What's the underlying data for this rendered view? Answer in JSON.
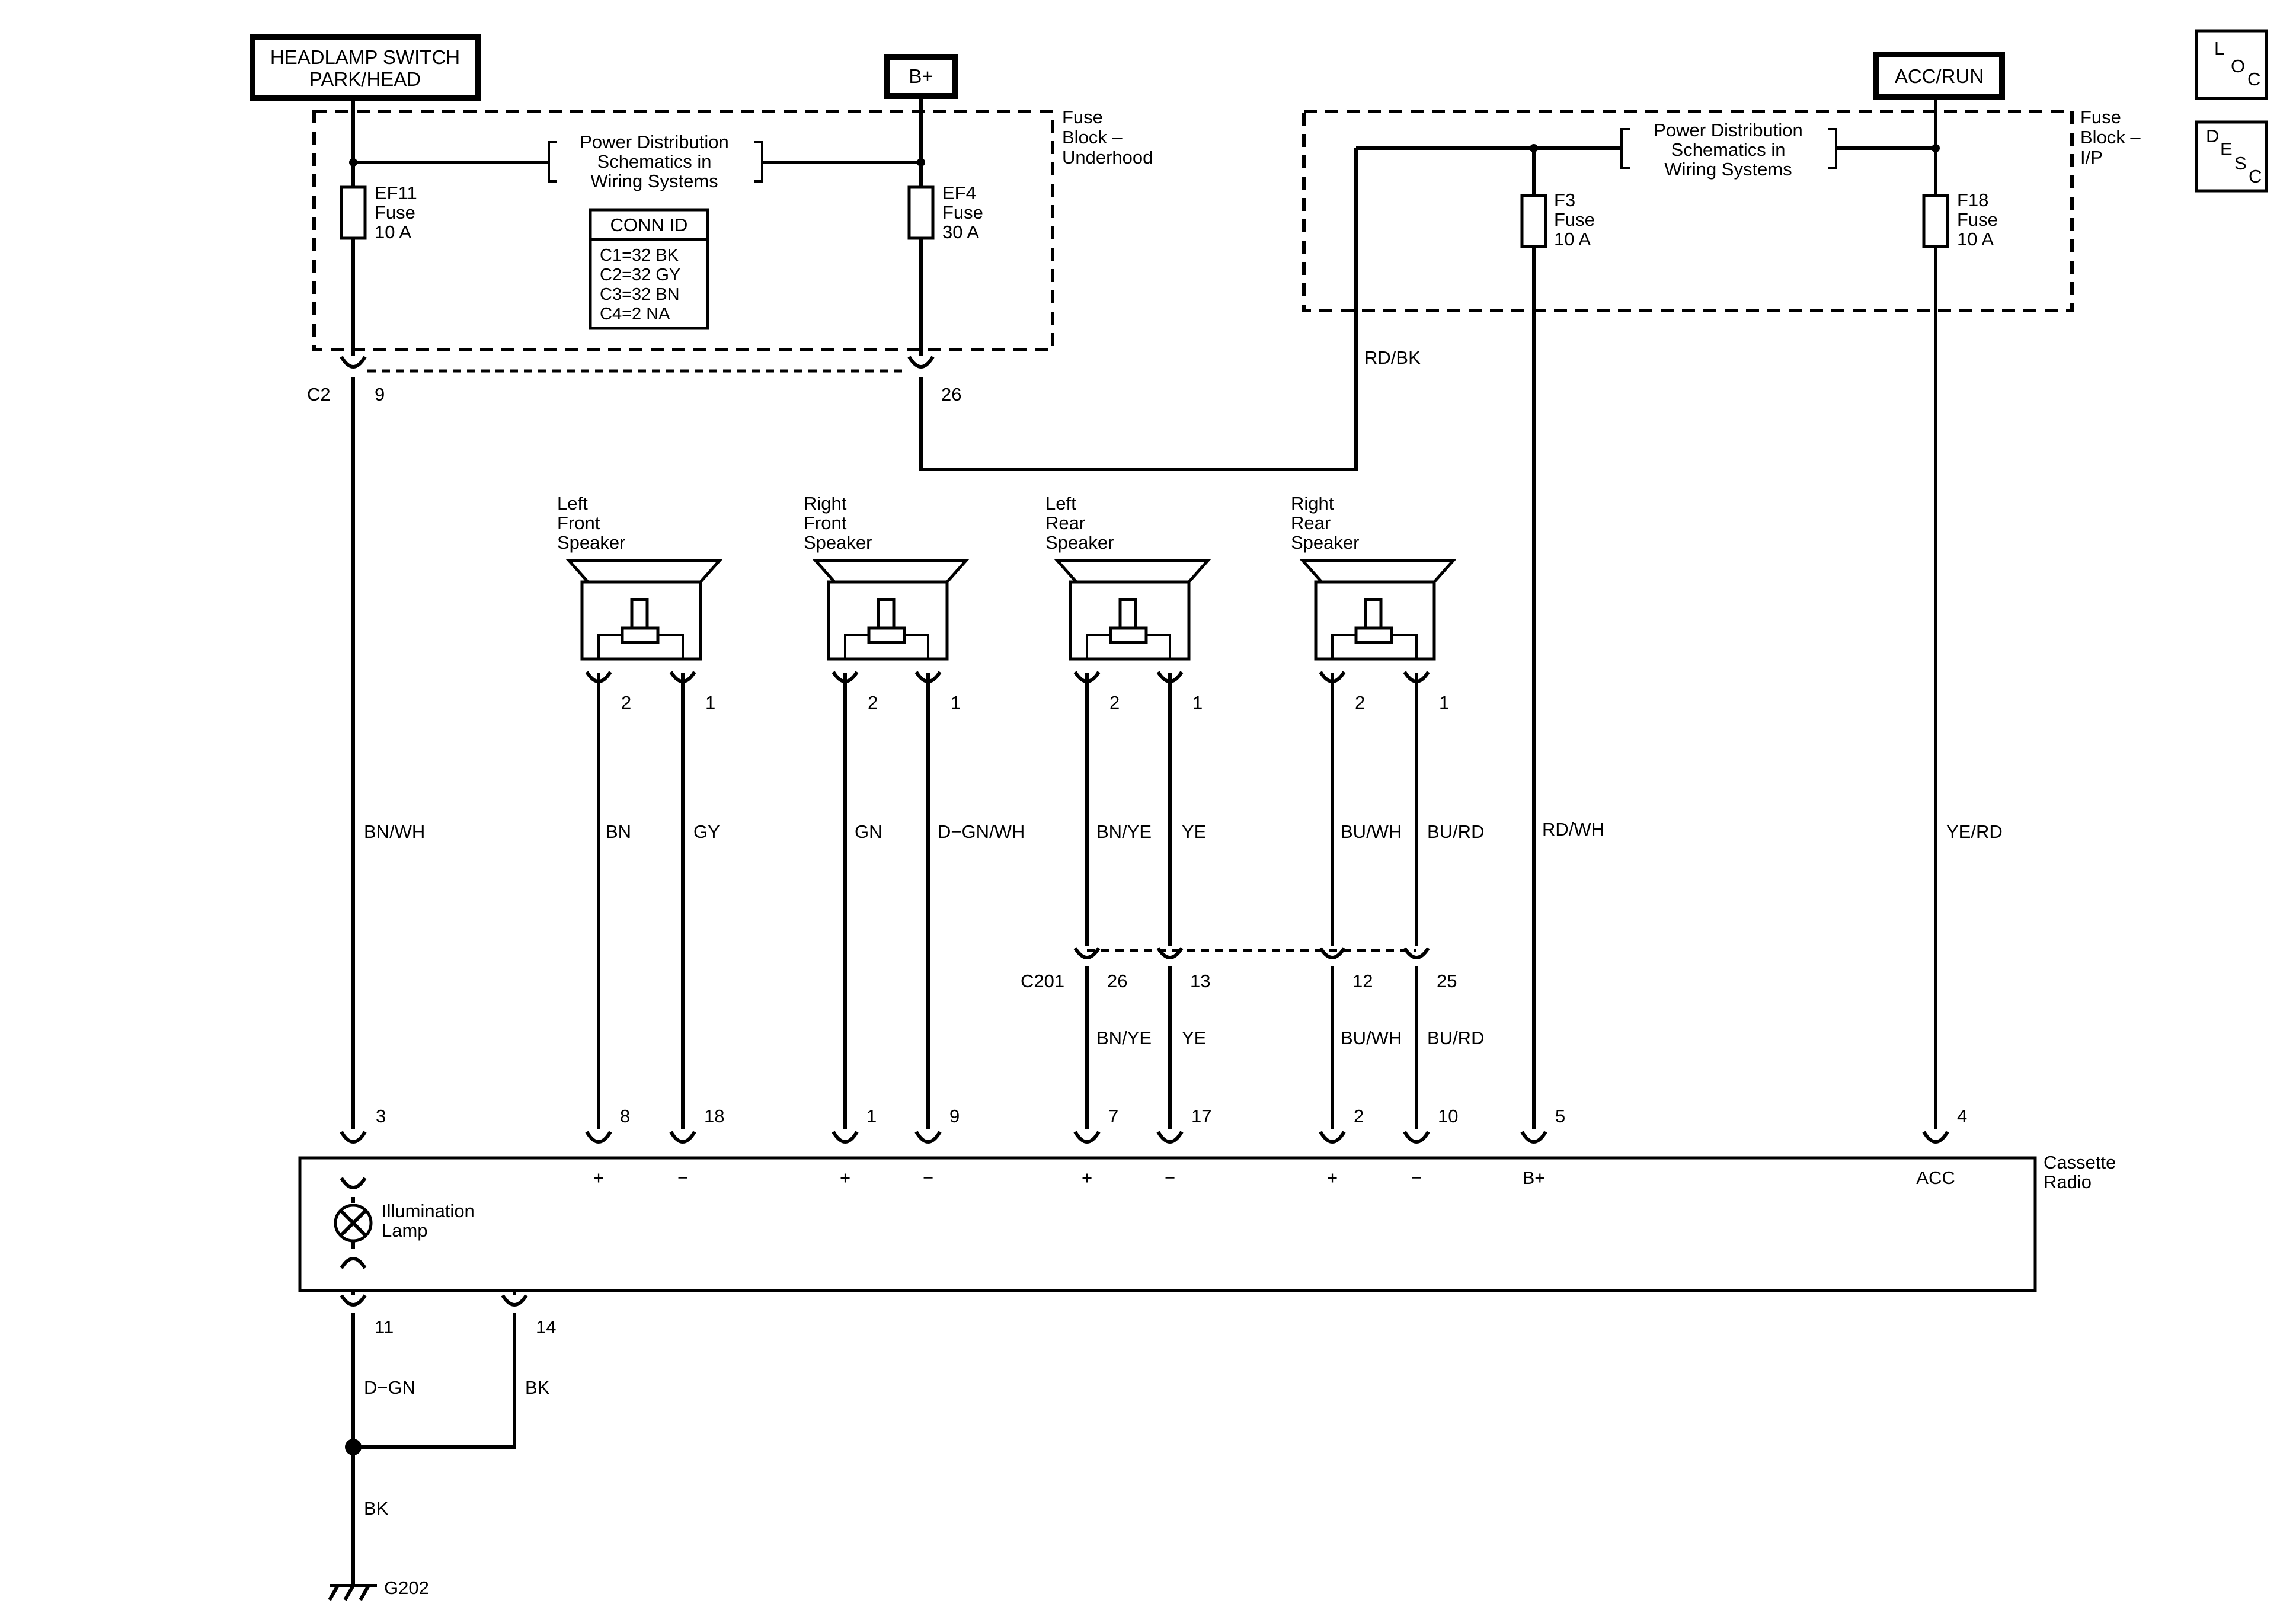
{
  "sources": {
    "headlamp_switch": [
      "HEADLAMP SWITCH",
      "PARK/HEAD"
    ],
    "bplus": "B+",
    "acc_run": "ACC/RUN"
  },
  "nav_buttons": {
    "loc": [
      "L",
      "O",
      "C"
    ],
    "desc": [
      "D",
      "E",
      "S",
      "C"
    ]
  },
  "fuse_block_underhood": {
    "label": [
      "Fuse",
      "Block –",
      "Underhood"
    ],
    "note": [
      "Power Distribution",
      "Schematics in",
      "Wiring Systems"
    ],
    "fuse_left": [
      "EF11",
      "Fuse",
      "10 A"
    ],
    "fuse_right": [
      "EF4",
      "Fuse",
      "30 A"
    ],
    "conn_title": "CONN ID",
    "conn_rows": [
      "C1=32 BK",
      "C2=32 GY",
      "C3=32 BN",
      "C4=2 NA"
    ],
    "connector": "C2",
    "pin_left": "9",
    "pin_right": "26"
  },
  "fuse_block_ip": {
    "label": [
      "Fuse",
      "Block –",
      "I/P"
    ],
    "note": [
      "Power Distribution",
      "Schematics in",
      "Wiring Systems"
    ],
    "fuse_left": [
      "F3",
      "Fuse",
      "10 A"
    ],
    "fuse_right": [
      "F18",
      "Fuse",
      "10 A"
    ]
  },
  "wires": {
    "rd_bk": "RD/BK",
    "bn_wh": "BN/WH",
    "rd_wh": "RD/WH",
    "ye_rd": "YE/RD",
    "d_gn": "D−GN",
    "bk_14": "BK",
    "bk_ground": "BK"
  },
  "speakers": [
    {
      "name": [
        "Left",
        "Front",
        "Speaker"
      ],
      "pin_a": "2",
      "pin_b": "1",
      "wire_a": "BN",
      "wire_b": "GY",
      "radio_pin_a": "8",
      "radio_pin_b": "18"
    },
    {
      "name": [
        "Right",
        "Front",
        "Speaker"
      ],
      "pin_a": "2",
      "pin_b": "1",
      "wire_a": "GN",
      "wire_b": "D−GN/WH",
      "radio_pin_a": "1",
      "radio_pin_b": "9"
    },
    {
      "name": [
        "Left",
        "Rear",
        "Speaker"
      ],
      "pin_a": "2",
      "pin_b": "1",
      "wire_a": "BN/YE",
      "wire_b": "YE",
      "c201_a": "26",
      "c201_b": "13",
      "wire_a2": "BN/YE",
      "wire_b2": "YE",
      "radio_pin_a": "7",
      "radio_pin_b": "17"
    },
    {
      "name": [
        "Right",
        "Rear",
        "Speaker"
      ],
      "pin_a": "2",
      "pin_b": "1",
      "wire_a": "BU/WH",
      "wire_b": "BU/RD",
      "c201_a": "12",
      "c201_b": "25",
      "wire_a2": "BU/WH",
      "wire_b2": "BU/RD",
      "radio_pin_a": "2",
      "radio_pin_b": "10"
    }
  ],
  "c201": "C201",
  "radio": {
    "label": [
      "Cassette",
      "Radio"
    ],
    "lamp": [
      "Illumination",
      "Lamp"
    ],
    "plus": "+",
    "minus": "−",
    "bplus": "B+",
    "acc": "ACC",
    "pin_illum": "3",
    "pin_bplus": "5",
    "pin_acc": "4",
    "pin_11": "11",
    "pin_14": "14"
  },
  "ground": "G202"
}
